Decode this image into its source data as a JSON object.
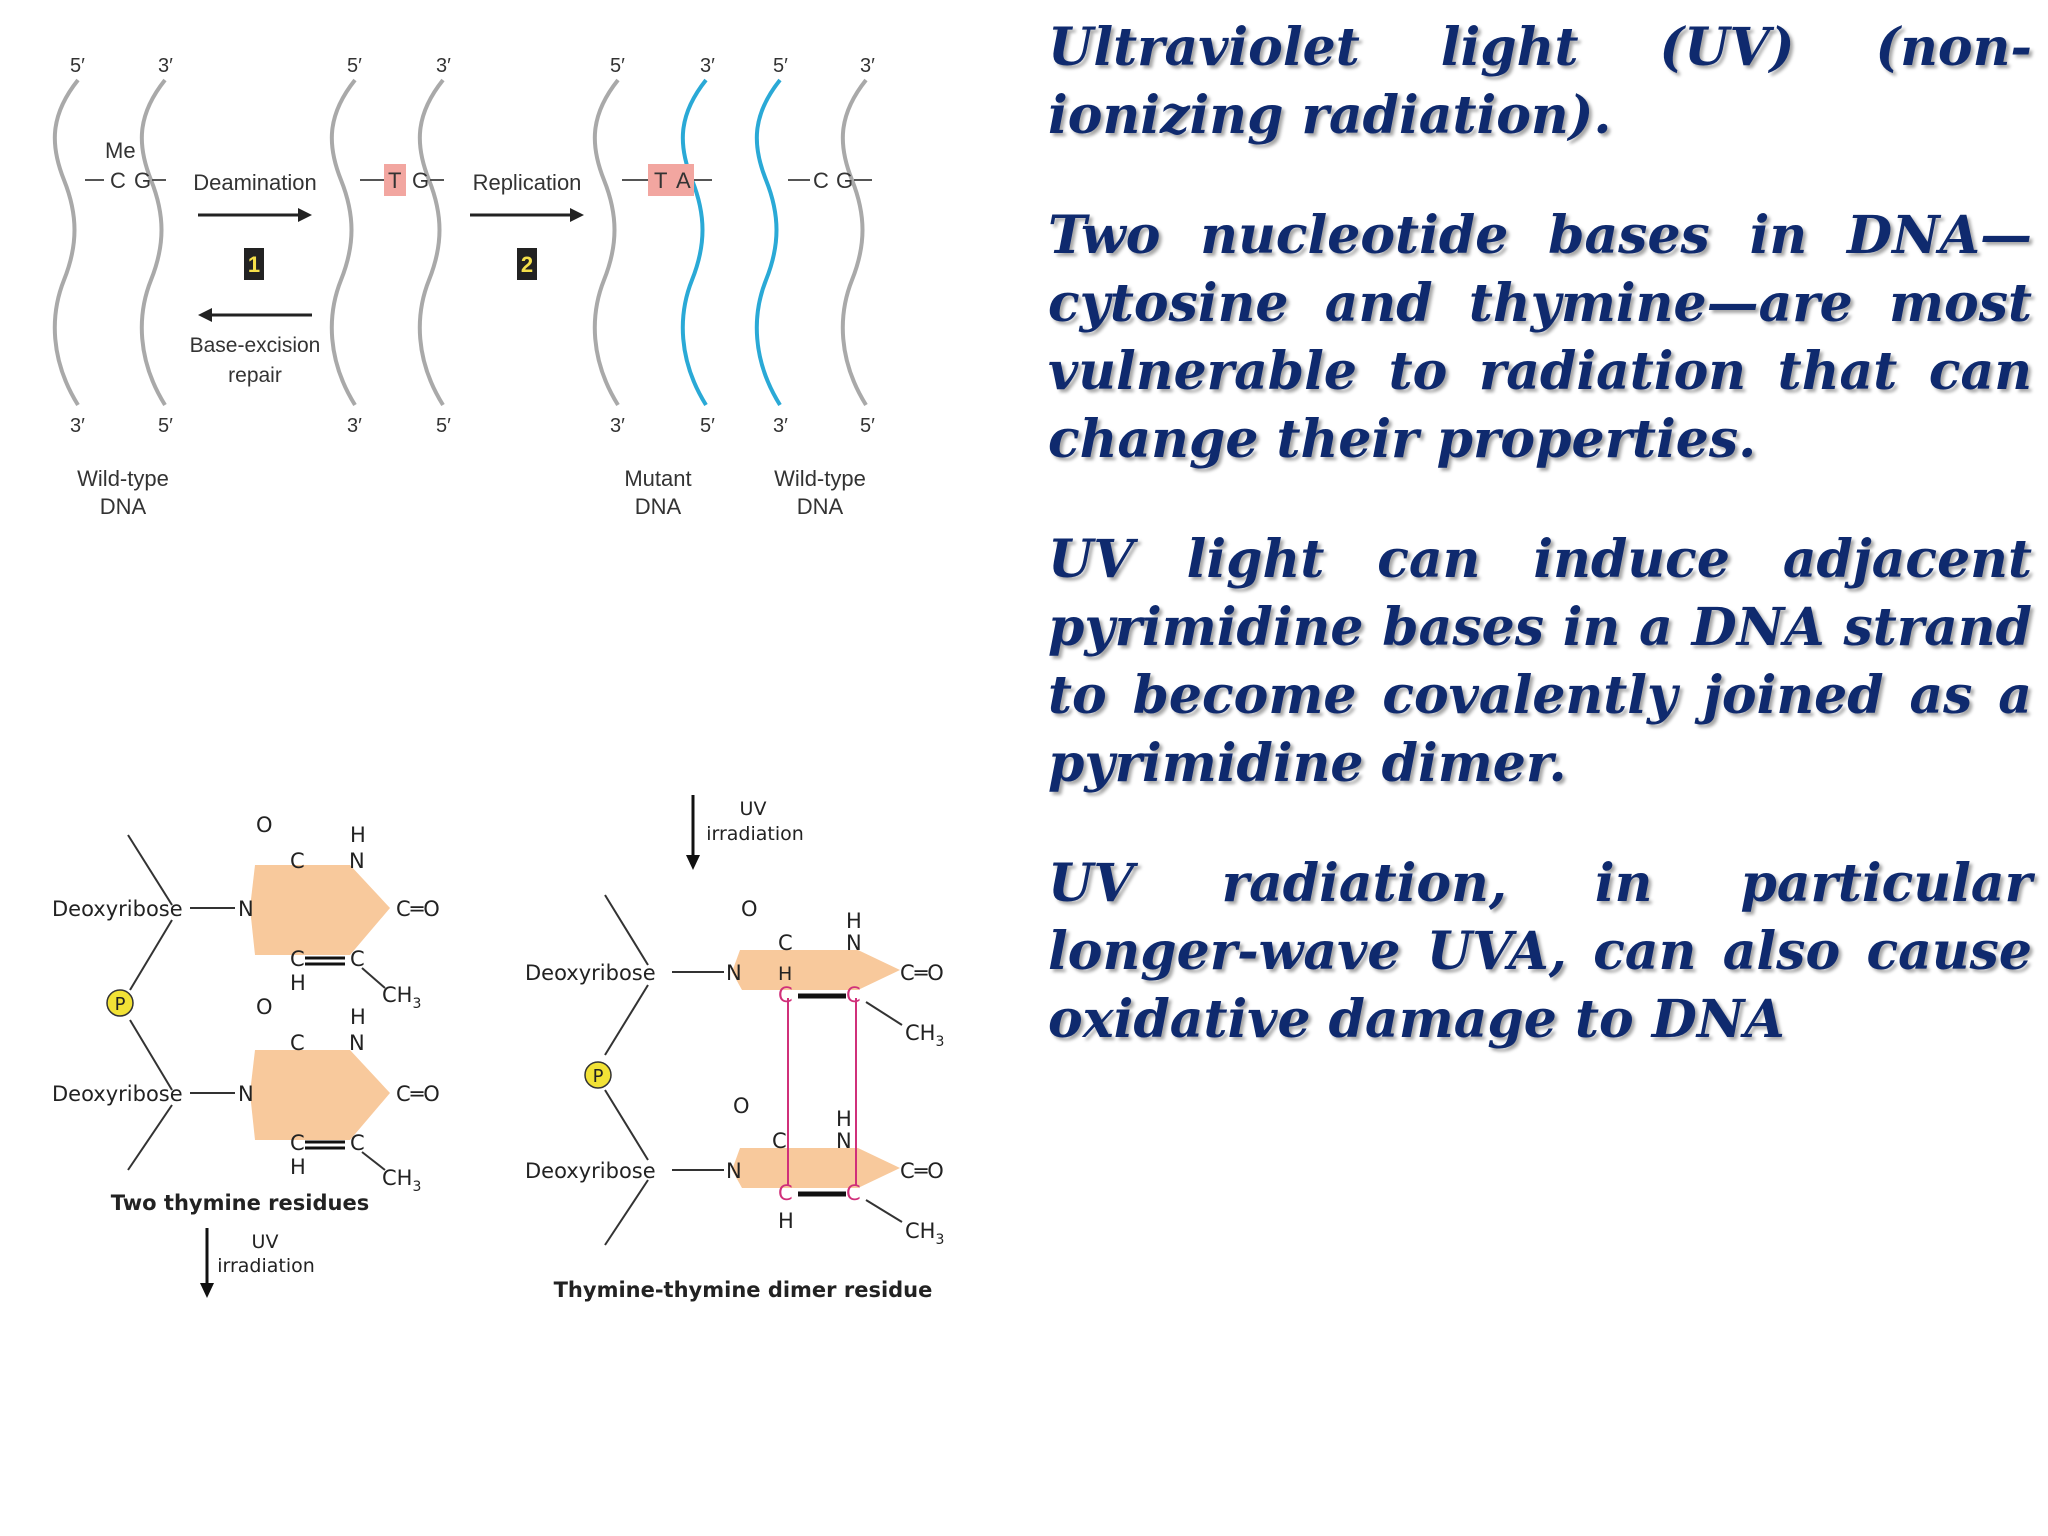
{
  "dna_diagram": {
    "primes": {
      "five": "5′",
      "three": "3′"
    },
    "me_label": "Me",
    "bases": {
      "c": "C",
      "g": "G",
      "t": "T",
      "a": "A"
    },
    "steps": [
      {
        "label": "Deamination",
        "number": "1"
      },
      {
        "label": "Replication",
        "number": "2"
      }
    ],
    "reverse_label": [
      "Base-excision",
      "repair"
    ],
    "captions": {
      "wild_type": [
        "Wild-type",
        "DNA"
      ],
      "mutant": [
        "Mutant",
        "DNA"
      ],
      "wild_type_right": [
        "Wild-type",
        "DNA"
      ]
    },
    "colors": {
      "strand": "#a9a9a9",
      "new_strand": "#2aa9d6",
      "highlight": "#f2a6a0",
      "step_box": "#222222",
      "step_num": "#f5e04a"
    }
  },
  "chem_diagram": {
    "deoxyribose": "Deoxyribose",
    "phosphate": "P",
    "atoms": {
      "o": "O",
      "h": "H",
      "n": "N",
      "c": "C",
      "ch3_main": "CH",
      "ch3_sub": "3",
      "co": "C═O"
    },
    "uv": [
      "UV",
      "irradiation"
    ],
    "left_caption": "Two thymine residues",
    "right_caption": "Thymine-thymine dimer residue",
    "colors": {
      "ring": "#f8c99c",
      "dimer_bond": "#d0307a",
      "phosphate_fill": "#f2e236"
    }
  },
  "text": {
    "paragraphs": [
      "Ultraviolet light (UV) (non-ionizing radiation).",
      "Two nucleotide bases in DNA— cytosine and thymine—are most vulnerable to radiation that can change their properties.",
      "UV light can induce adjacent pyrimidine bases in a DNA strand to become covalently joined as a pyrimidine dimer.",
      "UV radiation, in particular longer-wave UVA, can also cause oxidative damage to DNA"
    ],
    "color": "#0f2a6e"
  }
}
